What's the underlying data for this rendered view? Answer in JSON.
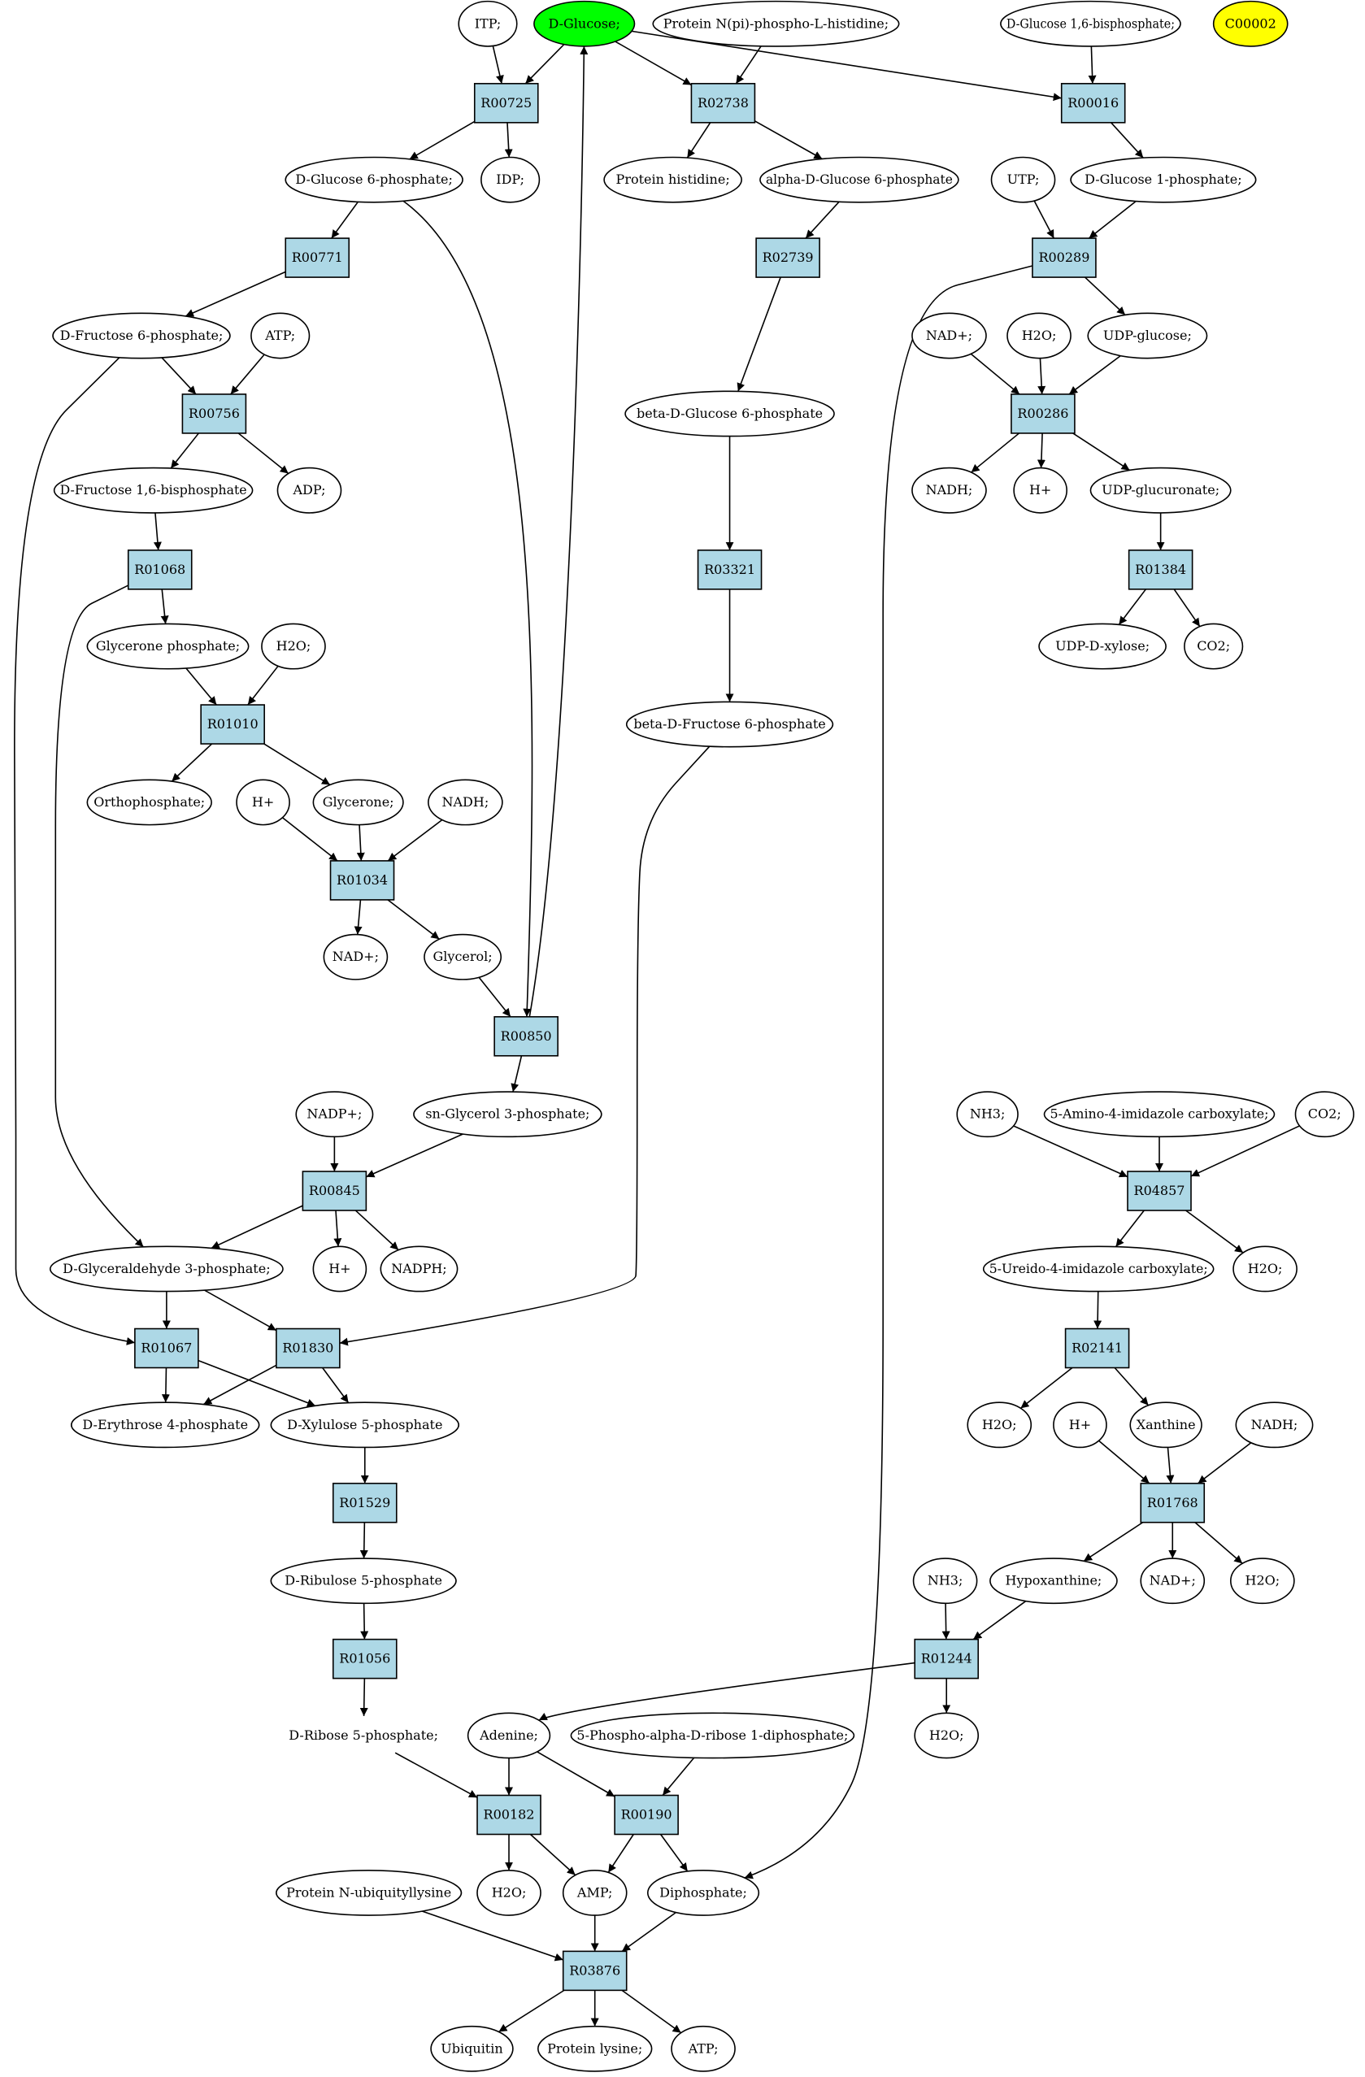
{
  "colors": {
    "reaction_fill": "#add8e6",
    "compound_fill": "#ffffff",
    "highlight_source": "#00ff00",
    "highlight_target": "#ffff00",
    "edge": "#000000"
  },
  "compounds": [
    {
      "id": "ITP",
      "label": "ITP;"
    },
    {
      "id": "DGLC",
      "label": "D-Glucose;",
      "highlight": "source"
    },
    {
      "id": "PNPH",
      "label": "Protein N(pi)-phospho-L-histidine;"
    },
    {
      "id": "G16BP",
      "label": "D-Glucose 1,6-bisphosphate;"
    },
    {
      "id": "C00002",
      "label": "C00002",
      "highlight": "target"
    },
    {
      "id": "G6P",
      "label": "D-Glucose 6-phosphate;"
    },
    {
      "id": "IDP",
      "label": "IDP;"
    },
    {
      "id": "PHIS",
      "label": "Protein histidine;"
    },
    {
      "id": "AG6P",
      "label": "alpha-D-Glucose 6-phosphate"
    },
    {
      "id": "UTP",
      "label": "UTP;"
    },
    {
      "id": "G1P",
      "label": "D-Glucose 1-phosphate;"
    },
    {
      "id": "F6P",
      "label": "D-Fructose 6-phosphate;"
    },
    {
      "id": "ATP1",
      "label": "ATP;"
    },
    {
      "id": "NADP1",
      "label": "NAD+;"
    },
    {
      "id": "H2O1",
      "label": "H2O;"
    },
    {
      "id": "UDPG",
      "label": "UDP-glucose;"
    },
    {
      "id": "BG6P",
      "label": "beta-D-Glucose 6-phosphate"
    },
    {
      "id": "F16BP",
      "label": "D-Fructose 1,6-bisphosphate"
    },
    {
      "id": "ADP",
      "label": "ADP;"
    },
    {
      "id": "NADH1",
      "label": "NADH;"
    },
    {
      "id": "HP1",
      "label": "H+"
    },
    {
      "id": "UDPGA",
      "label": "UDP-glucuronate;"
    },
    {
      "id": "GNP",
      "label": "Glycerone phosphate;"
    },
    {
      "id": "H2O2",
      "label": "H2O;"
    },
    {
      "id": "UDPX",
      "label": "UDP-D-xylose;"
    },
    {
      "id": "CO2A",
      "label": "CO2;"
    },
    {
      "id": "BF6P",
      "label": "beta-D-Fructose 6-phosphate"
    },
    {
      "id": "PI",
      "label": "Orthophosphate;"
    },
    {
      "id": "HP2",
      "label": "H+"
    },
    {
      "id": "GLYN",
      "label": "Glycerone;"
    },
    {
      "id": "NADH2",
      "label": "NADH;"
    },
    {
      "id": "NADP2",
      "label": "NAD+;"
    },
    {
      "id": "GLYC",
      "label": "Glycerol;"
    },
    {
      "id": "NADPP",
      "label": "NADP+;"
    },
    {
      "id": "SNG3P",
      "label": "sn-Glycerol 3-phosphate;"
    },
    {
      "id": "NH3A",
      "label": "NH3;"
    },
    {
      "id": "AICA",
      "label": "5-Amino-4-imidazole carboxylate;"
    },
    {
      "id": "CO2B",
      "label": "CO2;"
    },
    {
      "id": "GA3P",
      "label": "D-Glyceraldehyde 3-phosphate;"
    },
    {
      "id": "HP3",
      "label": "H+"
    },
    {
      "id": "NADPH",
      "label": "NADPH;"
    },
    {
      "id": "UICA",
      "label": "5-Ureido-4-imidazole carboxylate;"
    },
    {
      "id": "H2O3",
      "label": "H2O;"
    },
    {
      "id": "E4P",
      "label": "D-Erythrose 4-phosphate"
    },
    {
      "id": "XU5P",
      "label": "D-Xylulose 5-phosphate"
    },
    {
      "id": "H2O4",
      "label": "H2O;"
    },
    {
      "id": "HP4",
      "label": "H+"
    },
    {
      "id": "XAN",
      "label": "Xanthine"
    },
    {
      "id": "NADH3",
      "label": "NADH;"
    },
    {
      "id": "RU5P",
      "label": "D-Ribulose 5-phosphate"
    },
    {
      "id": "NH3B",
      "label": "NH3;"
    },
    {
      "id": "HYPX",
      "label": "Hypoxanthine;"
    },
    {
      "id": "NADP3",
      "label": "NAD+;"
    },
    {
      "id": "H2O5",
      "label": "H2O;"
    },
    {
      "id": "R5P",
      "label": "D-Ribose 5-phosphate;"
    },
    {
      "id": "ADE",
      "label": "Adenine;"
    },
    {
      "id": "PRPP",
      "label": "5-Phospho-alpha-D-ribose 1-diphosphate;"
    },
    {
      "id": "H2O6",
      "label": "H2O;"
    },
    {
      "id": "PNUB",
      "label": "Protein N-ubiquityllysine"
    },
    {
      "id": "H2O7",
      "label": "H2O;"
    },
    {
      "id": "AMP",
      "label": "AMP;"
    },
    {
      "id": "PPI",
      "label": "Diphosphate;"
    },
    {
      "id": "UBQ",
      "label": "Ubiquitin"
    },
    {
      "id": "PLYS",
      "label": "Protein lysine;"
    },
    {
      "id": "ATP2",
      "label": "ATP;"
    }
  ],
  "reactions": [
    {
      "id": "R00725",
      "label": "R00725"
    },
    {
      "id": "R02738",
      "label": "R02738"
    },
    {
      "id": "R00016",
      "label": "R00016"
    },
    {
      "id": "R00771",
      "label": "R00771"
    },
    {
      "id": "R02739",
      "label": "R02739"
    },
    {
      "id": "R00289",
      "label": "R00289"
    },
    {
      "id": "R00756",
      "label": "R00756"
    },
    {
      "id": "R00286",
      "label": "R00286"
    },
    {
      "id": "R01068",
      "label": "R01068"
    },
    {
      "id": "R03321",
      "label": "R03321"
    },
    {
      "id": "R01384",
      "label": "R01384"
    },
    {
      "id": "R01010",
      "label": "R01010"
    },
    {
      "id": "R01034",
      "label": "R01034"
    },
    {
      "id": "R00850",
      "label": "R00850"
    },
    {
      "id": "R00845",
      "label": "R00845"
    },
    {
      "id": "R04857",
      "label": "R04857"
    },
    {
      "id": "R01067",
      "label": "R01067"
    },
    {
      "id": "R01830",
      "label": "R01830"
    },
    {
      "id": "R02141",
      "label": "R02141"
    },
    {
      "id": "R01529",
      "label": "R01529"
    },
    {
      "id": "R01768",
      "label": "R01768"
    },
    {
      "id": "R01056",
      "label": "R01056"
    },
    {
      "id": "R01244",
      "label": "R01244"
    },
    {
      "id": "R00182",
      "label": "R00182"
    },
    {
      "id": "R00190",
      "label": "R00190"
    },
    {
      "id": "R03876",
      "label": "R03876"
    }
  ],
  "edges": [
    [
      "ITP",
      "R00725"
    ],
    [
      "DGLC",
      "R00725"
    ],
    [
      "R00725",
      "G6P"
    ],
    [
      "R00725",
      "IDP"
    ],
    [
      "DGLC",
      "R02738"
    ],
    [
      "PNPH",
      "R02738"
    ],
    [
      "R02738",
      "PHIS"
    ],
    [
      "R02738",
      "AG6P"
    ],
    [
      "DGLC",
      "R00016"
    ],
    [
      "G16BP",
      "R00016"
    ],
    [
      "R00016",
      "G1P"
    ],
    [
      "G6P",
      "R00771"
    ],
    [
      "R00771",
      "F6P"
    ],
    [
      "AG6P",
      "R02739"
    ],
    [
      "R02739",
      "BG6P"
    ],
    [
      "UTP",
      "R00289"
    ],
    [
      "G1P",
      "R00289"
    ],
    [
      "R00289",
      "UDPG"
    ],
    [
      "R00289",
      "PPI"
    ],
    [
      "F6P",
      "R00756"
    ],
    [
      "ATP1",
      "R00756"
    ],
    [
      "R00756",
      "F16BP"
    ],
    [
      "R00756",
      "ADP"
    ],
    [
      "NADP1",
      "R00286"
    ],
    [
      "H2O1",
      "R00286"
    ],
    [
      "UDPG",
      "R00286"
    ],
    [
      "R00286",
      "NADH1"
    ],
    [
      "R00286",
      "HP1"
    ],
    [
      "R00286",
      "UDPGA"
    ],
    [
      "F16BP",
      "R01068"
    ],
    [
      "R01068",
      "GNP"
    ],
    [
      "R01068",
      "GA3P"
    ],
    [
      "BG6P",
      "R03321"
    ],
    [
      "R03321",
      "BF6P"
    ],
    [
      "UDPGA",
      "R01384"
    ],
    [
      "R01384",
      "UDPX"
    ],
    [
      "R01384",
      "CO2A"
    ],
    [
      "GNP",
      "R01010"
    ],
    [
      "H2O2",
      "R01010"
    ],
    [
      "R01010",
      "PI"
    ],
    [
      "R01010",
      "GLYN"
    ],
    [
      "HP2",
      "R01034"
    ],
    [
      "GLYN",
      "R01034"
    ],
    [
      "NADH2",
      "R01034"
    ],
    [
      "R01034",
      "NADP2"
    ],
    [
      "R01034",
      "GLYC"
    ],
    [
      "G6P",
      "R00850"
    ],
    [
      "GLYC",
      "R00850"
    ],
    [
      "R00850",
      "DGLC"
    ],
    [
      "R00850",
      "SNG3P"
    ],
    [
      "NADPP",
      "R00845"
    ],
    [
      "SNG3P",
      "R00845"
    ],
    [
      "R00845",
      "GA3P"
    ],
    [
      "R00845",
      "HP3"
    ],
    [
      "R00845",
      "NADPH"
    ],
    [
      "NH3A",
      "R04857"
    ],
    [
      "AICA",
      "R04857"
    ],
    [
      "CO2B",
      "R04857"
    ],
    [
      "R04857",
      "UICA"
    ],
    [
      "R04857",
      "H2O3"
    ],
    [
      "F6P",
      "R01067"
    ],
    [
      "GA3P",
      "R01067"
    ],
    [
      "R01067",
      "E4P"
    ],
    [
      "R01067",
      "XU5P"
    ],
    [
      "GA3P",
      "R01830"
    ],
    [
      "BF6P",
      "R01830"
    ],
    [
      "R01830",
      "E4P"
    ],
    [
      "R01830",
      "XU5P"
    ],
    [
      "UICA",
      "R02141"
    ],
    [
      "R02141",
      "H2O4"
    ],
    [
      "R02141",
      "XAN"
    ],
    [
      "XU5P",
      "R01529"
    ],
    [
      "R01529",
      "RU5P"
    ],
    [
      "HP4",
      "R01768"
    ],
    [
      "XAN",
      "R01768"
    ],
    [
      "NADH3",
      "R01768"
    ],
    [
      "R01768",
      "HYPX"
    ],
    [
      "R01768",
      "NADP3"
    ],
    [
      "R01768",
      "H2O5"
    ],
    [
      "RU5P",
      "R01056"
    ],
    [
      "R01056",
      "R5P"
    ],
    [
      "NH3B",
      "R01244"
    ],
    [
      "HYPX",
      "R01244"
    ],
    [
      "R01244",
      "ADE"
    ],
    [
      "R01244",
      "H2O6"
    ],
    [
      "R5P",
      "R00182"
    ],
    [
      "ADE",
      "R00182"
    ],
    [
      "R00182",
      "H2O7"
    ],
    [
      "R00182",
      "AMP"
    ],
    [
      "ADE",
      "R00190"
    ],
    [
      "PRPP",
      "R00190"
    ],
    [
      "R00190",
      "AMP"
    ],
    [
      "R00190",
      "PPI"
    ],
    [
      "PNUB",
      "R03876"
    ],
    [
      "AMP",
      "R03876"
    ],
    [
      "PPI",
      "R03876"
    ],
    [
      "R03876",
      "UBQ"
    ],
    [
      "R03876",
      "PLYS"
    ],
    [
      "R03876",
      "ATP2"
    ]
  ]
}
